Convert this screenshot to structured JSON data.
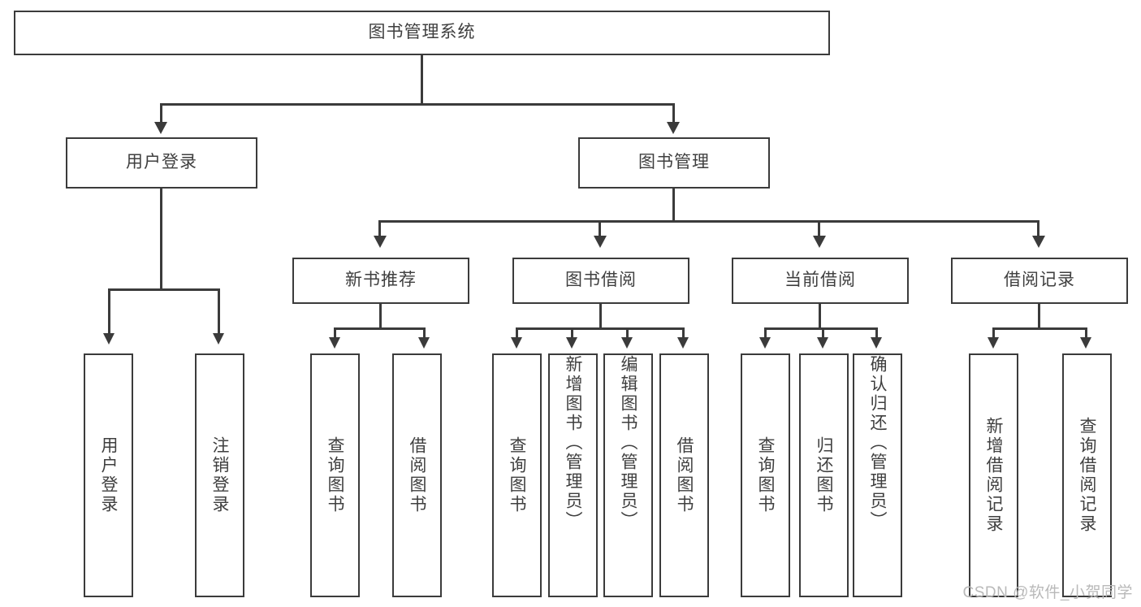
{
  "diagram": {
    "title": "图书管理系统",
    "type": "tree",
    "watermark": "CSDN @软件_小贺同学",
    "nodes": {
      "root": {
        "label": "图书管理系统"
      },
      "level1": [
        {
          "label": "用户登录"
        },
        {
          "label": "图书管理"
        }
      ],
      "level2": [
        {
          "label": "新书推荐"
        },
        {
          "label": "图书借阅"
        },
        {
          "label": "当前借阅"
        },
        {
          "label": "借阅记录"
        }
      ],
      "leaves_user_login": [
        {
          "label": "用户登录"
        },
        {
          "label": "注销登录"
        }
      ],
      "leaves_new_book": [
        {
          "label": "查询图书"
        },
        {
          "label": "借阅图书"
        }
      ],
      "leaves_borrow": [
        {
          "label": "查询图书"
        },
        {
          "label": "新增图书（管理员）"
        },
        {
          "label": "编辑图书（管理员）"
        },
        {
          "label": "借阅图书"
        }
      ],
      "leaves_current": [
        {
          "label": "查询图书"
        },
        {
          "label": "归还图书"
        },
        {
          "label": "确认归还（管理员）"
        }
      ],
      "leaves_records": [
        {
          "label": "新增借阅记录"
        },
        {
          "label": "查询借阅记录"
        }
      ]
    },
    "colors": {
      "stroke": "#3b3b3b",
      "text": "#3f3f3f",
      "background": "#ffffff",
      "watermark": "#b9b9b9"
    }
  }
}
